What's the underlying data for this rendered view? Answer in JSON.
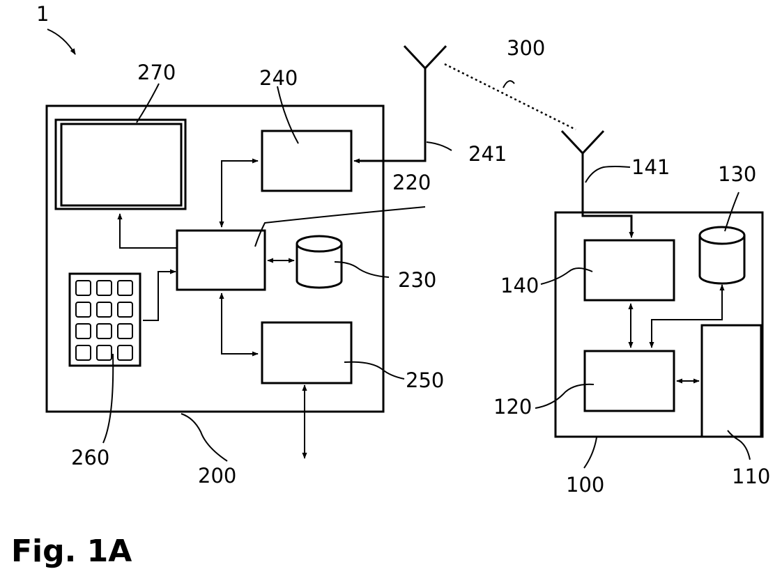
{
  "figure": {
    "caption": "Fig. 1A",
    "labels": {
      "system": "1",
      "device200": "200",
      "controller220": "220",
      "storage230": "230",
      "wireless240": "240",
      "antenna241": "241",
      "io250": "250",
      "keypad260": "260",
      "display270": "270",
      "link300": "300",
      "device100": "100",
      "module110": "110",
      "controller120": "120",
      "storage130": "130",
      "wireless140": "140",
      "antenna141": "141"
    }
  }
}
